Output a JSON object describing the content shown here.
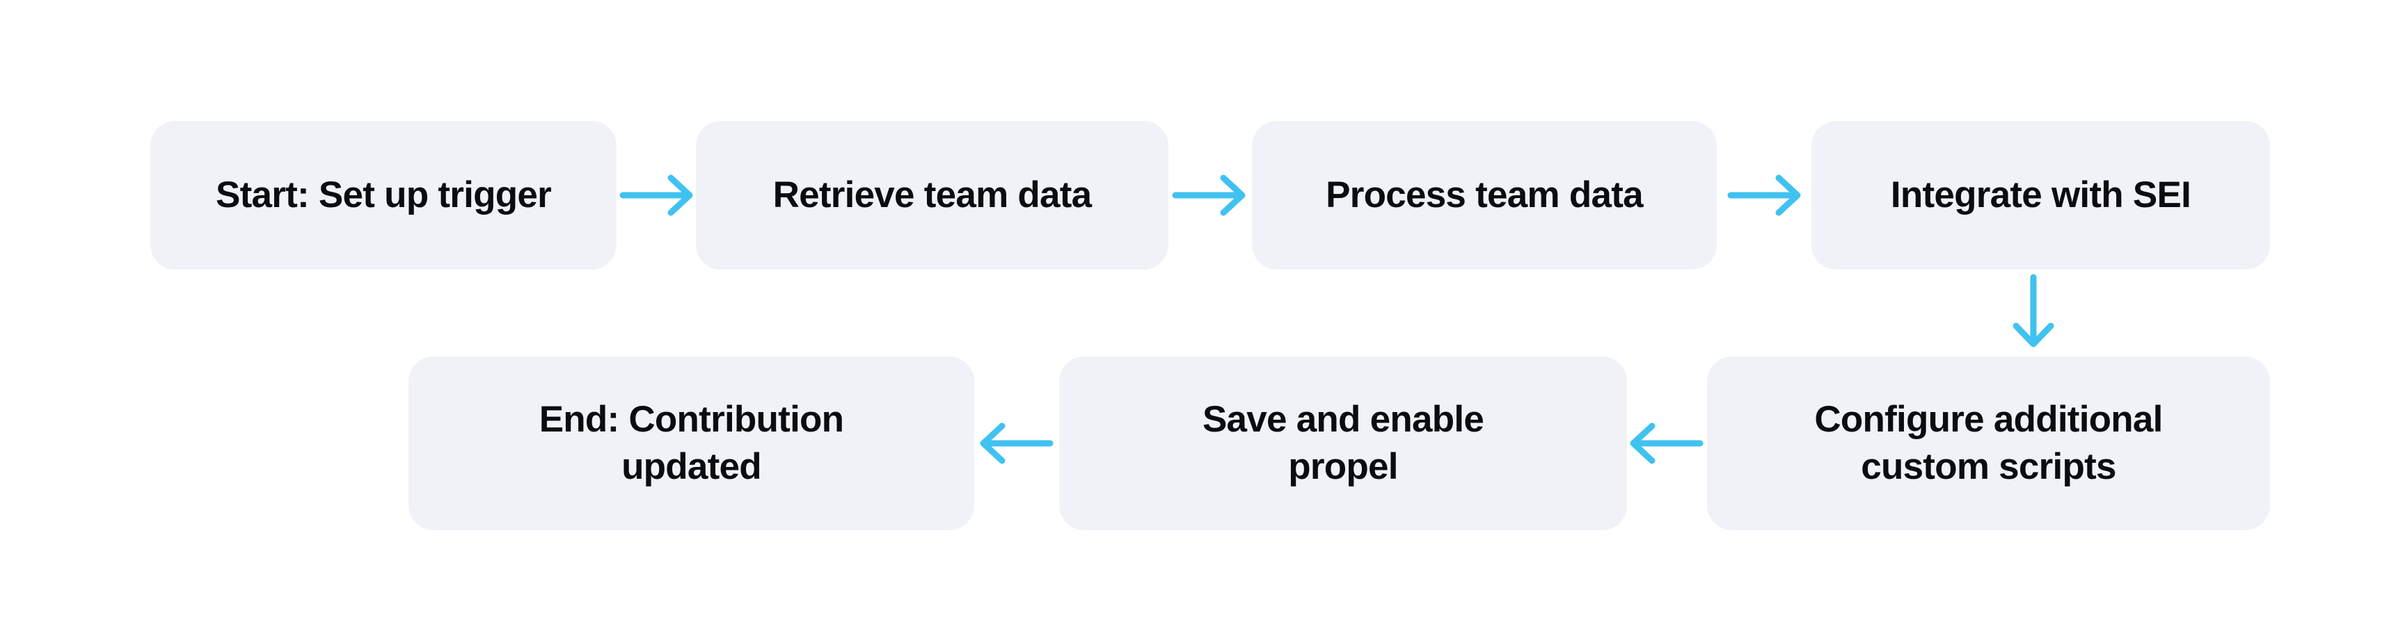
{
  "diagram": {
    "type": "flowchart",
    "nodes": [
      {
        "id": "start",
        "label": "Start: Set up trigger",
        "row": 1
      },
      {
        "id": "retrieve",
        "label": "Retrieve team data",
        "row": 1
      },
      {
        "id": "process",
        "label": "Process team data",
        "row": 1
      },
      {
        "id": "integrate",
        "label": "Integrate with SEI",
        "row": 1
      },
      {
        "id": "configure",
        "label": "Configure additional custom scripts",
        "row": 2
      },
      {
        "id": "save",
        "label": "Save and enable propel",
        "row": 2
      },
      {
        "id": "end",
        "label": "End: Contribution updated",
        "row": 2
      }
    ],
    "edges": [
      {
        "from": "start",
        "to": "retrieve",
        "direction": "right"
      },
      {
        "from": "retrieve",
        "to": "process",
        "direction": "right"
      },
      {
        "from": "process",
        "to": "integrate",
        "direction": "right"
      },
      {
        "from": "integrate",
        "to": "configure",
        "direction": "down"
      },
      {
        "from": "configure",
        "to": "save",
        "direction": "left"
      },
      {
        "from": "save",
        "to": "end",
        "direction": "left"
      }
    ],
    "colors": {
      "node_bg": "#f1f2f7",
      "arrow": "#40c2f0",
      "text": "#0b0c10",
      "background": "#ffffff"
    }
  }
}
